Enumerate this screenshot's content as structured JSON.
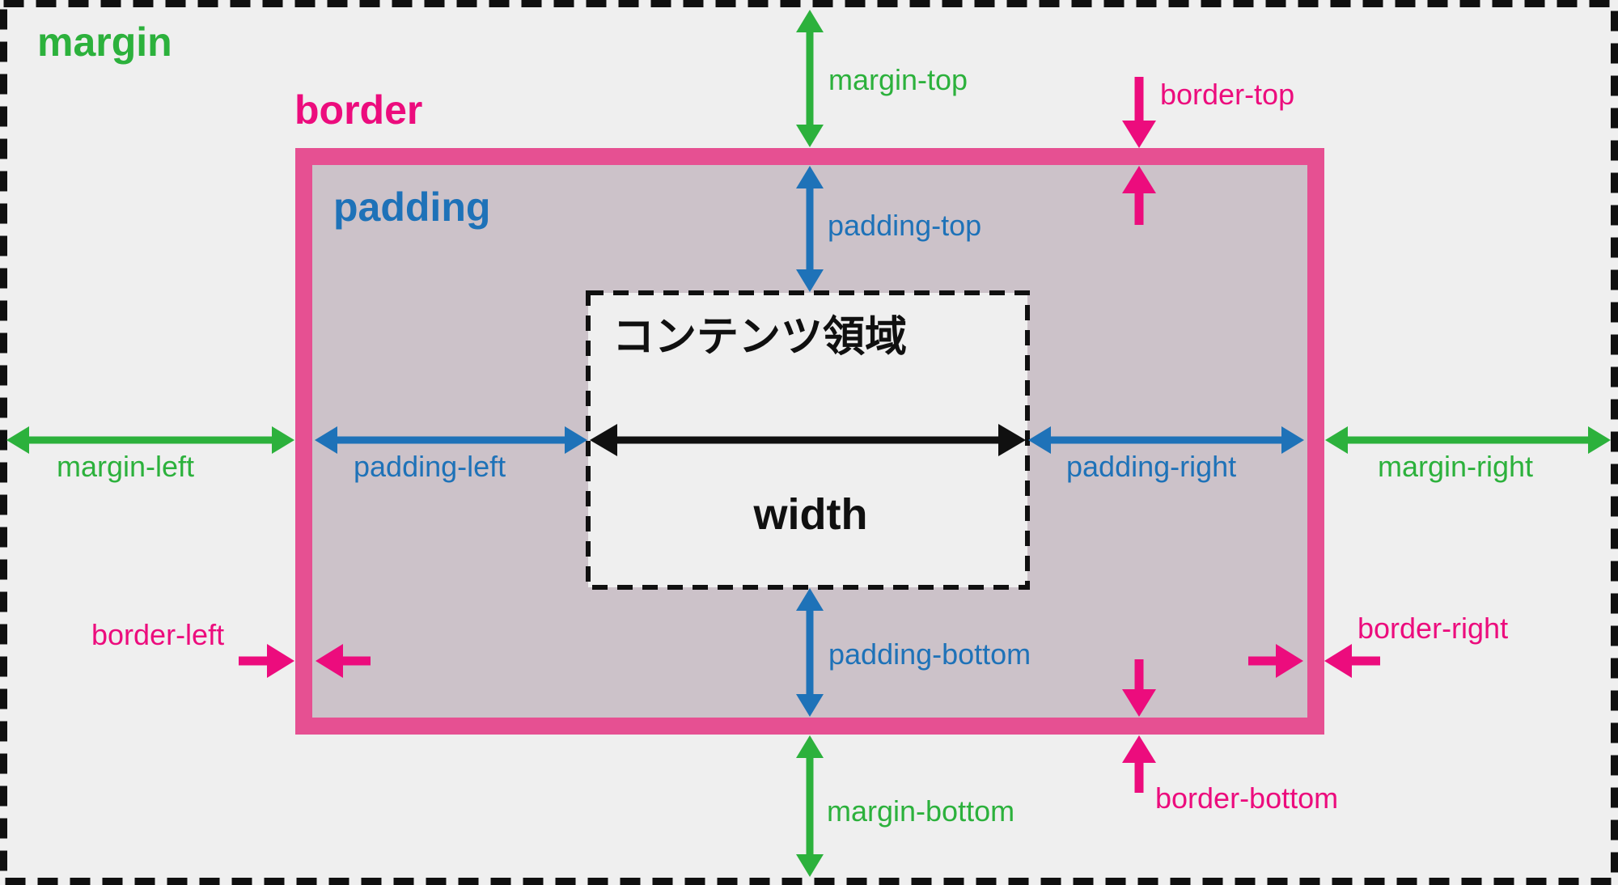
{
  "colors": {
    "background": "#efefef",
    "margin_green": "#2cb13c",
    "padding_blue": "#1e72b8",
    "border_pink": "#ec0c7d",
    "border_fill_pink": "#e65092",
    "padding_fill_mauve": "#ccc2c9",
    "content_black": "#101010"
  },
  "labels": {
    "margin": "margin",
    "border": "border",
    "padding": "padding",
    "content_area": "コンテンツ領域",
    "width": "width",
    "margin_top": "margin-top",
    "border_top": "border-top",
    "padding_top": "padding-top",
    "margin_left": "margin-left",
    "padding_left": "padding-left",
    "padding_right": "padding-right",
    "margin_right": "margin-right",
    "border_left": "border-left",
    "border_right": "border-right",
    "padding_bottom": "padding-bottom",
    "border_bottom": "border-bottom",
    "margin_bottom": "margin-bottom"
  }
}
